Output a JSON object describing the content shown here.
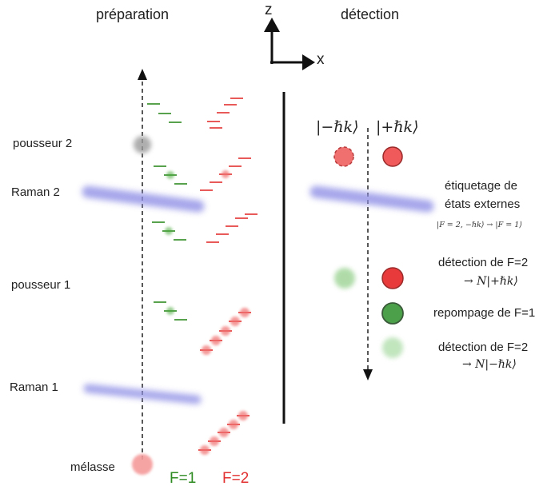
{
  "headings": {
    "preparation": "préparation",
    "detection": "détection"
  },
  "axes": {
    "z": "z",
    "x": "x"
  },
  "prep_labels": {
    "pousseur2": "pousseur 2",
    "raman2": "Raman 2",
    "pousseur1": "pousseur 1",
    "raman1": "Raman 1",
    "melasse": "mélasse"
  },
  "hyperfine": {
    "f1": "F=1",
    "f2": "F=2"
  },
  "det_labels": {
    "ket_minus": "|−ℏk⟩",
    "ket_plus": "|+ℏk⟩",
    "tagging_line1": "étiquetage de",
    "tagging_line2": "états externes",
    "tagging_formula": "|F = 2, −ℏk⟩ → |F = 1⟩",
    "detect_f2_a": "détection de F=2",
    "n_plus": "→ N|+ℏk⟩",
    "repump": "repompage de F=1",
    "detect_f2_b": "détection de F=2",
    "n_minus": "→ N|−ℏk⟩"
  },
  "colors": {
    "green": "#2e8b22",
    "red": "#e23030",
    "blue": "#8f8fe6",
    "gray": "#8a8a8a"
  }
}
